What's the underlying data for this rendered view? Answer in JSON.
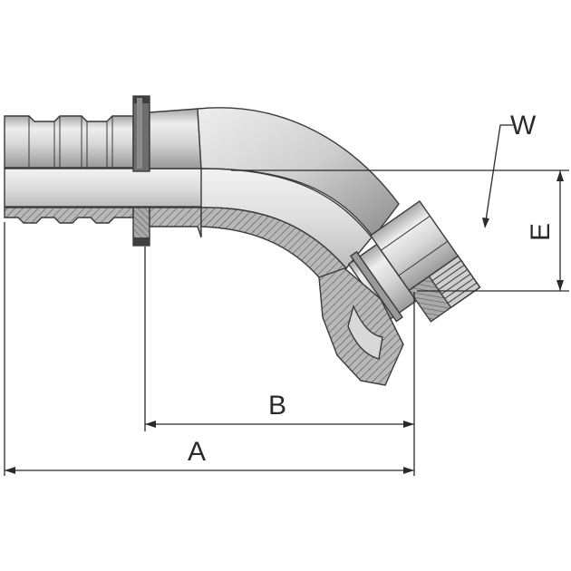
{
  "dimensions": {
    "a_label": "A",
    "b_label": "B",
    "e_label": "E",
    "w_label": "W"
  },
  "colors": {
    "metal_light": "#e6e6e6",
    "metal_mid": "#c4c4c4",
    "metal_dark": "#8e8e8e",
    "section_fill": "#b0b0b0",
    "ring_dark": "#4a4a4a",
    "line": "#2a2a2a"
  }
}
